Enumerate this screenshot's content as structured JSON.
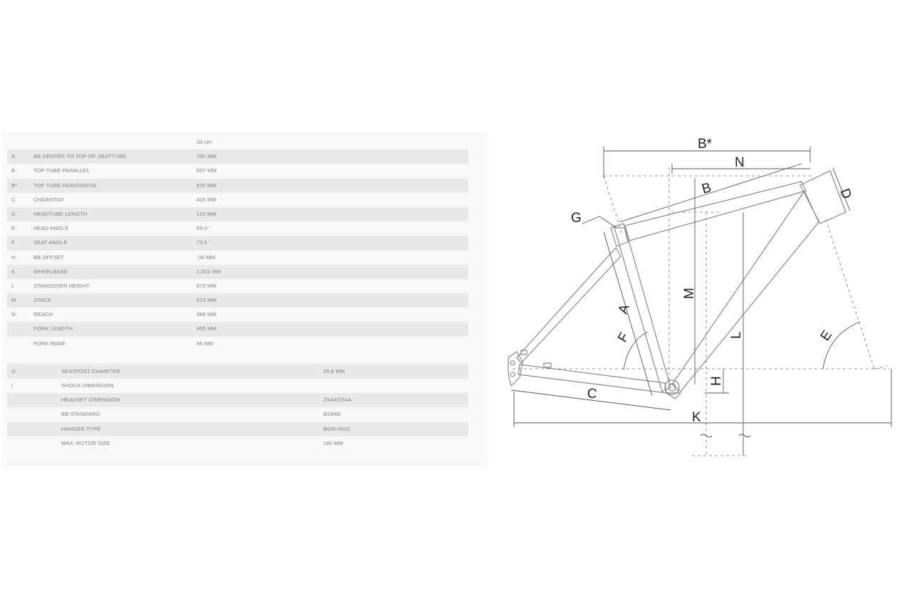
{
  "size_header": "33 cm",
  "rows": [
    {
      "code": "A",
      "label": "BB CENTER TO TOP OF SEATTUBE",
      "value": "330 MM"
    },
    {
      "code": "B",
      "label": "TOP TUBE PARALLEL",
      "value": "507 MM"
    },
    {
      "code": "B*",
      "label": "TOP TUBE HORIZONTAL",
      "value": "520 MM"
    },
    {
      "code": "C",
      "label": "CHAINSTAY",
      "value": "425 MM"
    },
    {
      "code": "D",
      "label": "HEADTUBE LENGTH",
      "value": "120 MM"
    },
    {
      "code": "E",
      "label": "HEAD ANGLE",
      "value": "69,0 °"
    },
    {
      "code": "F",
      "label": "SEAT ANGLE",
      "value": "73,5 °"
    },
    {
      "code": "H",
      "label": "BB OFFSET",
      "value": "-38 MM"
    },
    {
      "code": "K",
      "label": "WHEELBASE",
      "value": "1.022 MM"
    },
    {
      "code": "L",
      "label": "STANDOVER HEIGHT",
      "value": "670 MM"
    },
    {
      "code": "M",
      "label": "STACK",
      "value": "513 MM"
    },
    {
      "code": "N",
      "label": "REACH",
      "value": "368 MM"
    },
    {
      "code": "",
      "label": "FORK LENGTH",
      "value": "405 MM"
    },
    {
      "code": "",
      "label": "FORK RAKE",
      "value": "45 MM"
    }
  ],
  "rows2": [
    {
      "code": "G",
      "label": "SEATPOST DIAMETER",
      "value": "26,8 MM"
    },
    {
      "code": "I",
      "label": "SHOCK DIMENSION",
      "value": ""
    },
    {
      "code": "",
      "label": "HEADSET DIMENSION",
      "value": "ZS44/ZS44"
    },
    {
      "code": "",
      "label": "BB STANDARD",
      "value": "BSA68"
    },
    {
      "code": "",
      "label": "HANGER TYPE",
      "value": "BGM-H011"
    },
    {
      "code": "",
      "label": "MAX. ROTOR SIZE",
      "value": "160 MM"
    }
  ],
  "diagram": {
    "labels": {
      "b_star": "B*",
      "n": "N",
      "b": "B",
      "d": "D",
      "g": "G",
      "m": "M",
      "a": "A",
      "f": "F",
      "l": "L",
      "e": "E",
      "h": "H",
      "c": "C",
      "k": "K"
    }
  }
}
